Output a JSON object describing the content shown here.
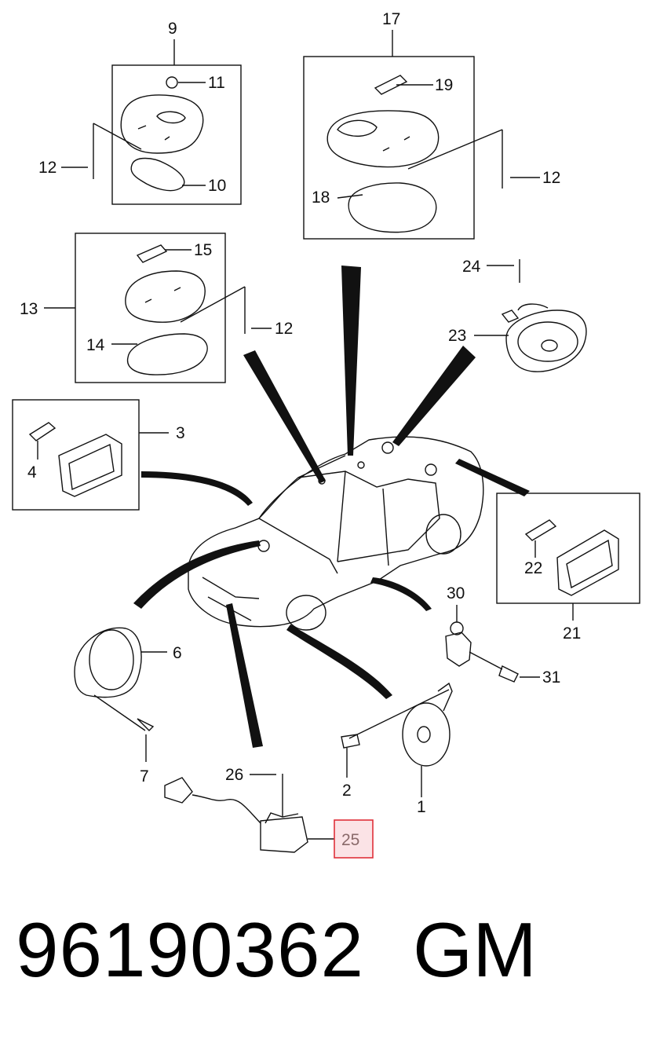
{
  "diagram": {
    "callouts": {
      "c1": "1",
      "c2": "2",
      "c3": "3",
      "c4": "4",
      "c6": "6",
      "c7": "7",
      "c9": "9",
      "c10": "10",
      "c11": "11",
      "c12a": "12",
      "c12b": "12",
      "c12c": "12",
      "c13": "13",
      "c14": "14",
      "c15": "15",
      "c17": "17",
      "c18": "18",
      "c19": "19",
      "c21": "21",
      "c22": "22",
      "c23": "23",
      "c24": "24",
      "c25": "25",
      "c26": "26",
      "c30": "30",
      "c31": "31"
    },
    "highlight_color": "#e0303a",
    "highlight_fill": "#fbe3e6"
  },
  "footer": {
    "part_number": "96190362",
    "brand": "GM"
  }
}
